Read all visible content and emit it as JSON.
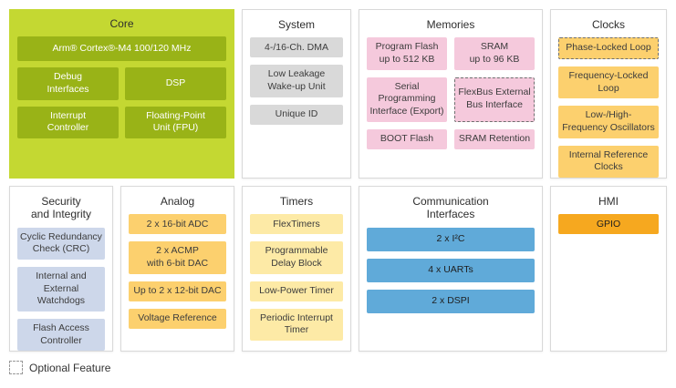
{
  "legend": {
    "label": "Optional Feature"
  },
  "colors": {
    "core_panel": "#c4d832",
    "core_item": "#99b317",
    "system_item": "#d9d9d9",
    "memory_item": "#f5c9dc",
    "clock_item": "#fcd06e",
    "security_item": "#cdd7ea",
    "analog_item": "#fcd06e",
    "timer_item": "#fdeaa6",
    "comm_item": "#60aad9",
    "hmi_item": "#f6a81f"
  },
  "panels": {
    "core": {
      "title": "Core",
      "cpu": "Arm® Cortex®-M4 100/120 MHz",
      "debug": "Debug\nInterfaces",
      "dsp": "DSP",
      "interrupt": "Interrupt\nController",
      "fpu": "Floating-Point\nUnit (FPU)"
    },
    "system": {
      "title": "System",
      "items": [
        "4-/16-Ch. DMA",
        "Low Leakage\nWake-up Unit",
        "Unique ID"
      ]
    },
    "memories": {
      "title": "Memories",
      "program_flash": "Program Flash\nup to 512 KB",
      "sram": "SRAM\nup to 96 KB",
      "serial_prog": "Serial Programming\nInterface (Export)",
      "flexbus": "FlexBus External\nBus Interface",
      "boot_flash": "BOOT Flash",
      "sram_retention": "SRAM Retention"
    },
    "clocks": {
      "title": "Clocks",
      "pll": "Phase-Locked Loop",
      "fll": "Frequency-Locked\nLoop",
      "osc": "Low-/High-\nFrequency Oscillators",
      "irc": "Internal Reference\nClocks"
    },
    "security": {
      "title": "Security\nand Integrity",
      "items": [
        "Cyclic Redundancy\nCheck (CRC)",
        "Internal and\nExternal Watchdogs",
        "Flash Access\nController"
      ]
    },
    "analog": {
      "title": "Analog",
      "items": [
        "2 x 16-bit ADC",
        "2 x ACMP\nwith 6-bit DAC",
        "Up to 2 x 12-bit DAC",
        "Voltage Reference"
      ]
    },
    "timers": {
      "title": "Timers",
      "items": [
        "FlexTimers",
        "Programmable\nDelay Block",
        "Low-Power Timer",
        "Periodic Interrupt\nTimer"
      ]
    },
    "comm": {
      "title": "Communication\nInterfaces",
      "items": [
        "2 x I²C",
        "4 x UARTs",
        "2 x DSPI"
      ]
    },
    "hmi": {
      "title": "HMI",
      "items": [
        "GPIO"
      ]
    }
  }
}
